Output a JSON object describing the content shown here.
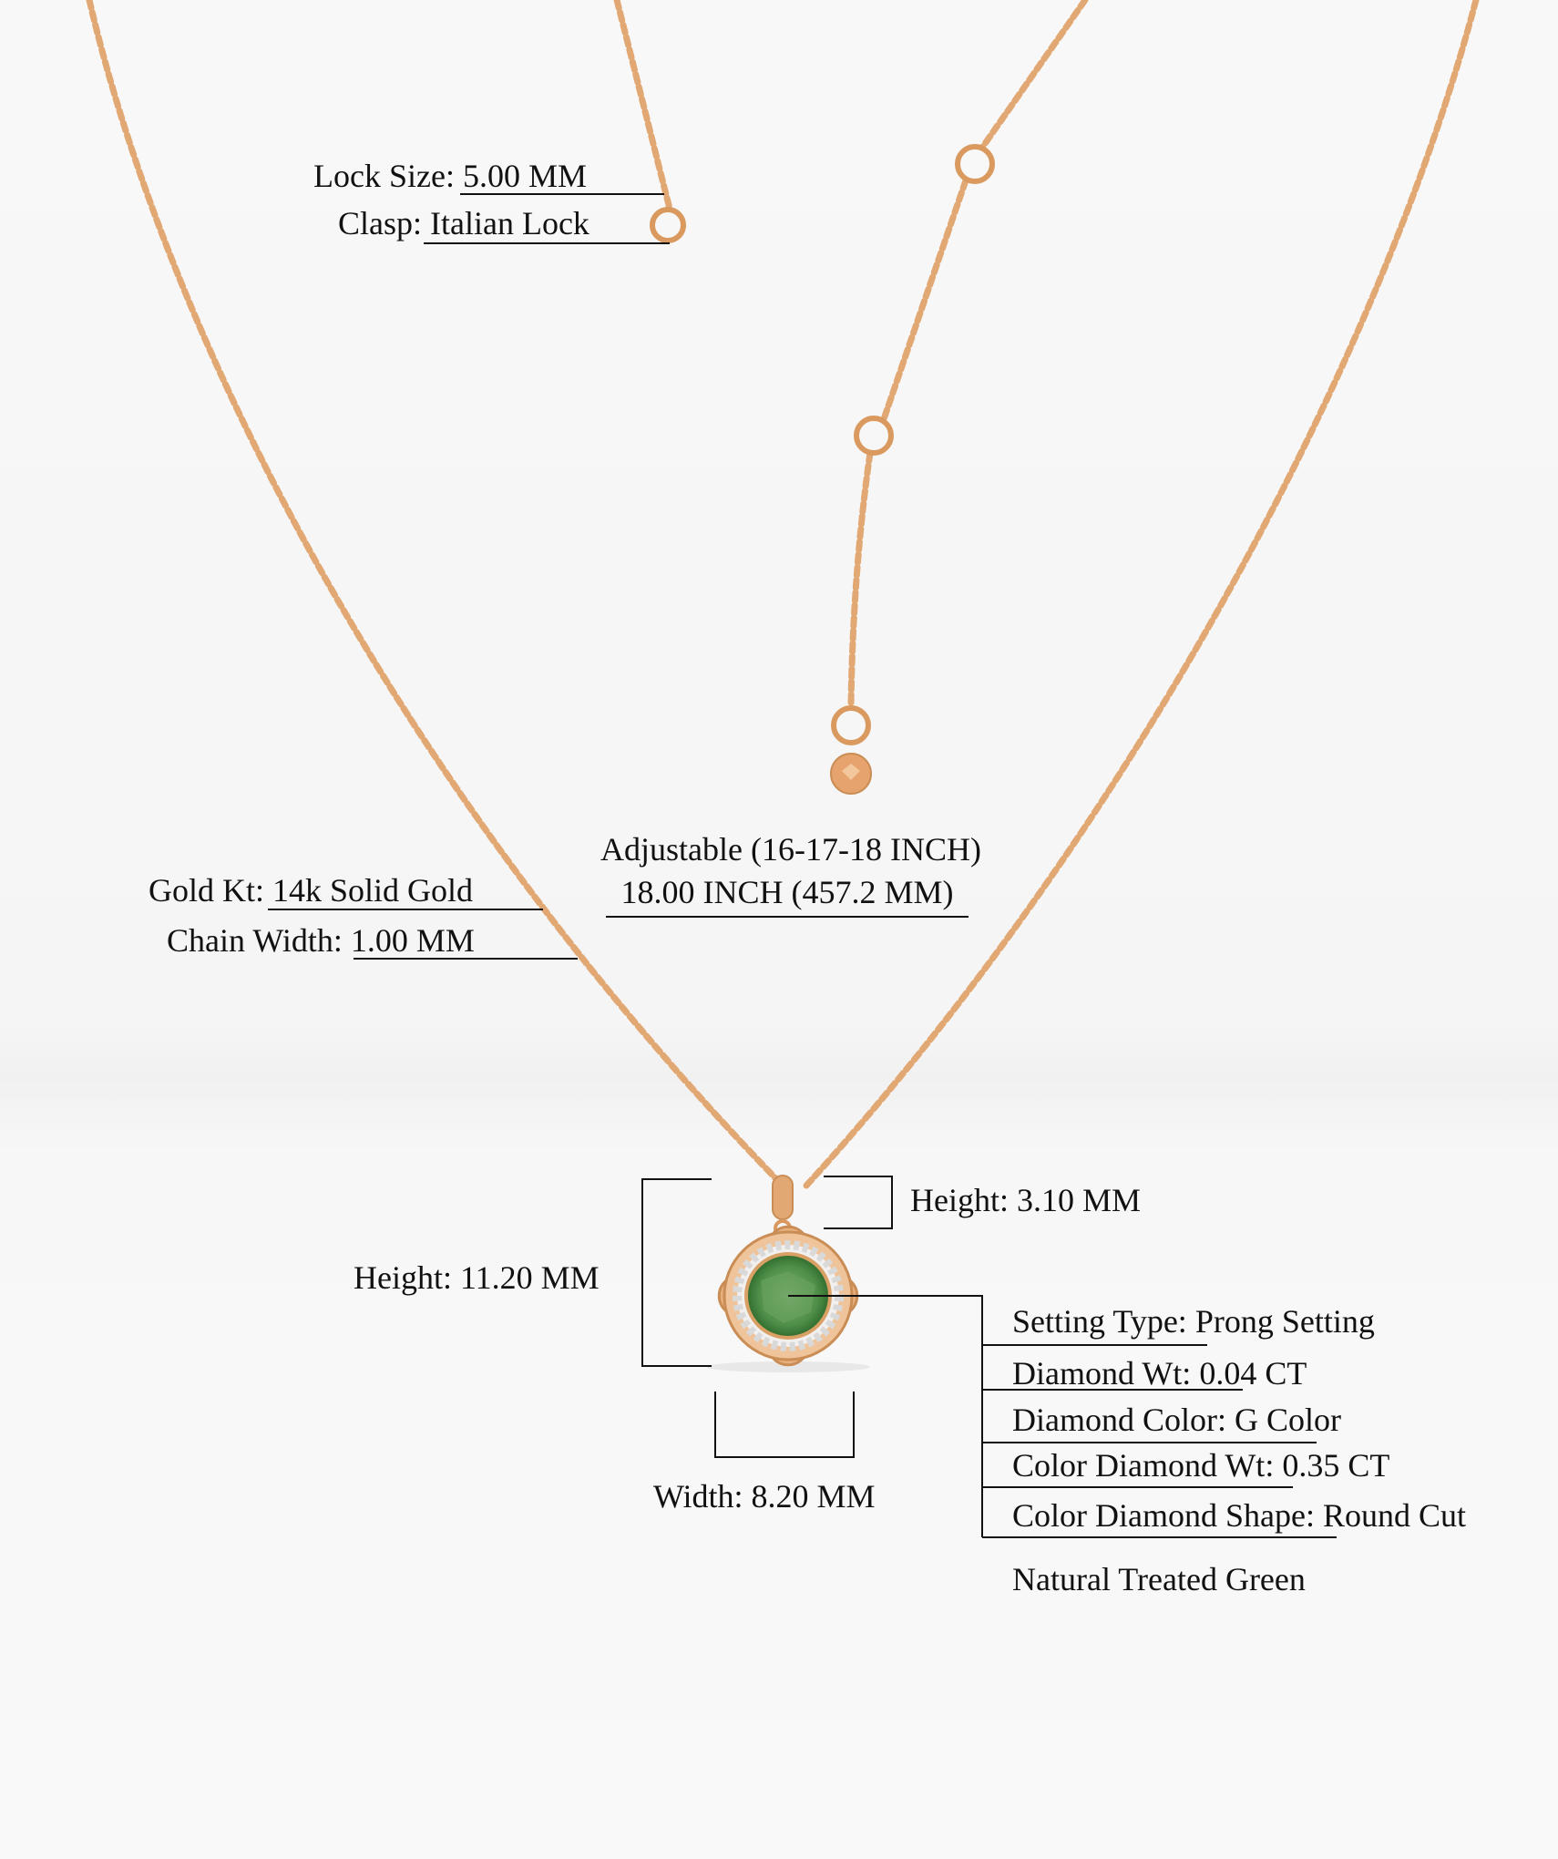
{
  "colors": {
    "gold": "#e2a873",
    "gold_dark": "#c98d55",
    "gem": "#4f8f4a",
    "line": "#111111"
  },
  "chain_specs": {
    "lock_size": {
      "label": "Lock Size:",
      "value": " 5.00 MM"
    },
    "clasp": {
      "label": "Clasp:",
      "value": " Italian Lock"
    },
    "adjustable": "Adjustable (16-17-18 INCH)",
    "length": "18.00 INCH (457.2 MM)",
    "gold_kt": {
      "label": "Gold Kt:",
      "value": " 14k Solid Gold"
    },
    "chain_width": {
      "label": "Chain Width:",
      "value": " 1.00 MM"
    }
  },
  "pendant_specs": {
    "pendant_height": "Height: 11.20 MM",
    "bail_height": "Height: 3.10 MM",
    "width": "Width: 8.20 MM",
    "details": [
      {
        "label": "Setting Type:",
        "value": " Prong Setting"
      },
      {
        "label": "Diamond Wt:",
        "value": " 0.04 CT"
      },
      {
        "label": "Diamond Color:",
        "value": " G Color"
      },
      {
        "label": "Color Diamond Wt:",
        "value": " 0.35 CT"
      },
      {
        "label": "Color Diamond Shape:",
        "value": " Round Cut"
      }
    ],
    "gem_type": "Natural Treated Green"
  }
}
